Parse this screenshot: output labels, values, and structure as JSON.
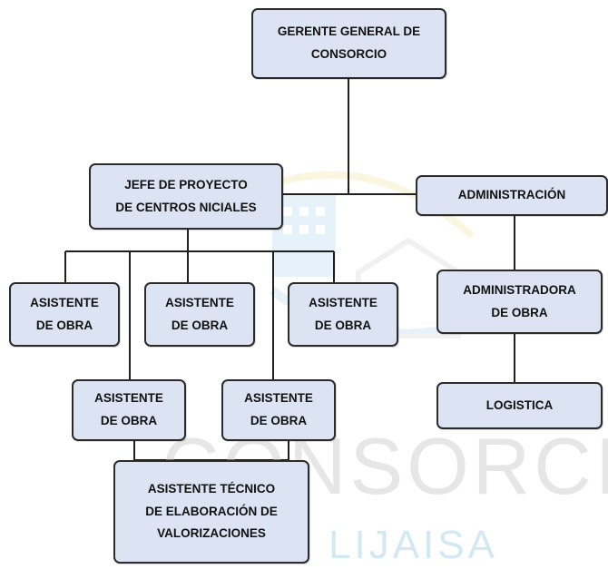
{
  "org_chart": {
    "gerente": [
      "GERENTE GENERAL DE",
      "CONSORCIO"
    ],
    "jefe": [
      "JEFE DE PROYECTO",
      "DE CENTROS NICIALES"
    ],
    "administracion": [
      "ADMINISTRACIÓN"
    ],
    "asistentes": [
      [
        "ASISTENTE",
        "DE OBRA"
      ],
      [
        "ASISTENTE",
        "DE OBRA"
      ],
      [
        "ASISTENTE",
        "DE OBRA"
      ],
      [
        "ASISTENTE",
        "DE OBRA"
      ],
      [
        "ASISTENTE",
        "DE OBRA"
      ]
    ],
    "administradora": [
      "ADMINISTRADORA",
      "DE OBRA"
    ],
    "logistica": [
      "LOGISTICA"
    ],
    "asistente_tecnico": [
      "ASISTENTE TÉCNICO",
      "DE ELABORACIÓN DE",
      "VALORIZACIONES"
    ]
  },
  "watermark": {
    "main": "CONSORCIO",
    "sub": "LIJAISA"
  },
  "colors": {
    "node_fill": "#dce3f2",
    "node_border": "#2b2b2b",
    "connector": "#1f1f1f"
  }
}
